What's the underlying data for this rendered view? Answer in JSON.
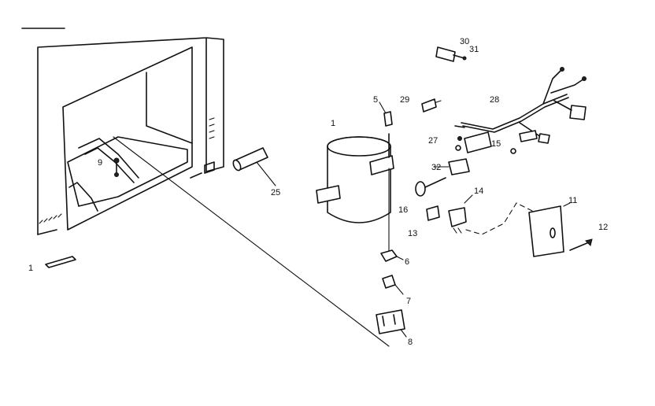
{
  "callouts": {
    "c1_left": "1",
    "c1_compressor": "1",
    "c5": "5",
    "c6": "6",
    "c7": "7",
    "c8": "8",
    "c9": "9",
    "c11": "11",
    "c12": "12",
    "c13": "13",
    "c14": "14",
    "c15": "15",
    "c16": "16",
    "c25": "25",
    "c27": "27",
    "c28": "28",
    "c29": "29",
    "c30": "30",
    "c31": "31",
    "c32": "32"
  }
}
